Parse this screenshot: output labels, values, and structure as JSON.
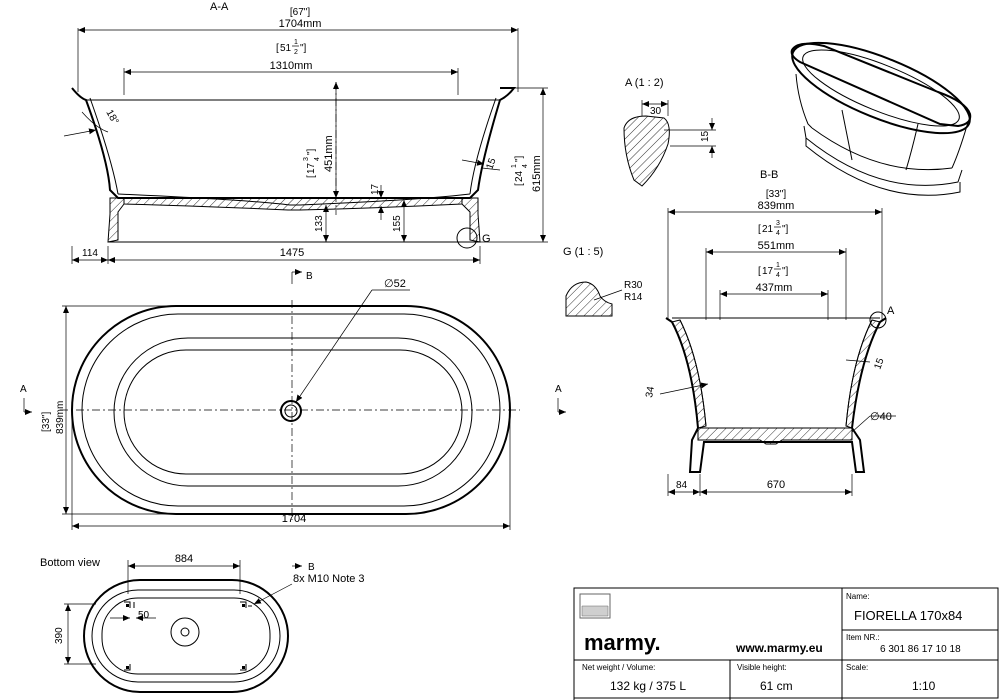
{
  "sections": {
    "aa": "A-A",
    "bb": "B-B",
    "detail_a": "A (1 : 2)",
    "detail_g": "G (1 : 5)",
    "bottom_view": "Bottom view",
    "cut_b": "B",
    "cut_a": "A",
    "detail_a_ref": "A",
    "detail_g_ref": "G"
  },
  "aa_dims": {
    "overall_in": "[67\"]",
    "overall_mm": "1704mm",
    "inner_in_whole": "51",
    "inner_in_num": "1",
    "inner_in_den": "2",
    "inner_mm": "1310mm",
    "angle": "18°",
    "depth_in_whole": "17",
    "depth_in_num": "3",
    "depth_in_den": "4",
    "depth_mm": "451mm",
    "height_in_whole": "24",
    "height_in_num": "1",
    "height_in_den": "4",
    "height_mm": "615mm",
    "wall": "15",
    "floor": "17",
    "base_h1": "133",
    "base_h2": "155",
    "left_off": "114",
    "base_len": "1475"
  },
  "top_dims": {
    "drain": "∅52",
    "width_in": "[33\"]",
    "width_mm": "839mm",
    "length": "1704"
  },
  "detail_a_dims": {
    "w": "30",
    "h": "15"
  },
  "detail_g_dims": {
    "r1": "R30",
    "r2": "R14"
  },
  "bb_dims": {
    "top_in": "[33\"]",
    "top_mm": "839mm",
    "mid_in_whole": "21",
    "mid_in_num": "3",
    "mid_in_den": "4",
    "mid_mm": "551mm",
    "low_in_whole": "17",
    "low_in_num": "1",
    "low_in_den": "4",
    "low_mm": "437mm",
    "wall_left": "34",
    "wall_right": "15",
    "foot_dia": "∅40",
    "foot_off": "84",
    "foot_span": "670"
  },
  "bottom_dims": {
    "span": "884",
    "note": "8x M10 Note 3",
    "offset": "50",
    "height": "390"
  },
  "title_block": {
    "brand": "marmy.",
    "website": "www.marmy.eu",
    "name_label": "Name:",
    "name_value": "FIORELLA 170x84",
    "item_label": "Item NR.:",
    "item_value": "6 301 86 17 10 18",
    "weight_label": "Net weight / Volume:",
    "weight_value": "132 kg / 375 L",
    "height_label": "Visible height:",
    "height_value": "61 cm",
    "scale_label": "Scale:",
    "scale_value": "1:10"
  }
}
